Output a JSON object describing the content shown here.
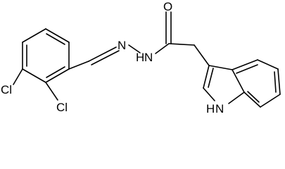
{
  "molecule": {
    "atom_labels": {
      "oxygen": "O",
      "hydrazide_nh": "N",
      "hydrazide_nh_h": "H",
      "imine_n": "N",
      "chlorine_2": "Cl",
      "chlorine_3": "Cl",
      "indole_nh": "H",
      "indole_n": "N"
    },
    "colors": {
      "bond": "#000000",
      "label": "#000000",
      "background": "#ffffff"
    }
  }
}
